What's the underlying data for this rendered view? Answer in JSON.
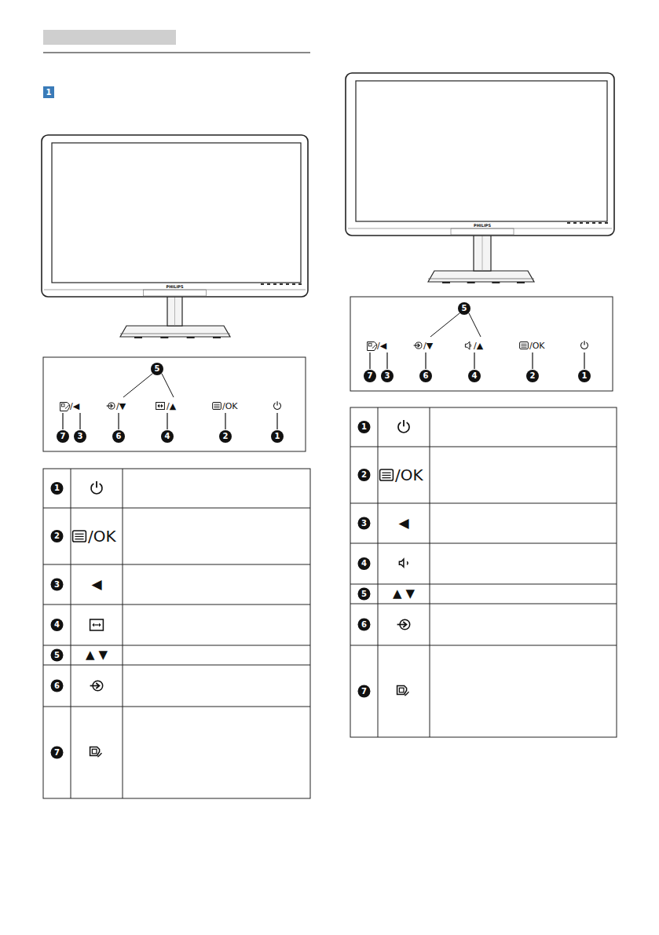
{
  "diagram": {
    "labels": [
      "1",
      "PHILIPS",
      "5",
      "/◀",
      "/▼",
      "/▲",
      "/OK",
      "7",
      "3",
      "6",
      "4",
      "2",
      "1",
      "1",
      "2",
      "/OK",
      "3",
      "◀",
      "4",
      "5",
      "▲ ▼",
      "6",
      "7",
      "PHILIPS",
      "5",
      "/◀",
      "/▼",
      "/▲",
      "/OK",
      "7",
      "3",
      "6",
      "4",
      "2",
      "1",
      "1",
      "2",
      "/OK",
      "3",
      "◀",
      "4",
      "5",
      "▲ ▼",
      "6",
      "7"
    ]
  }
}
